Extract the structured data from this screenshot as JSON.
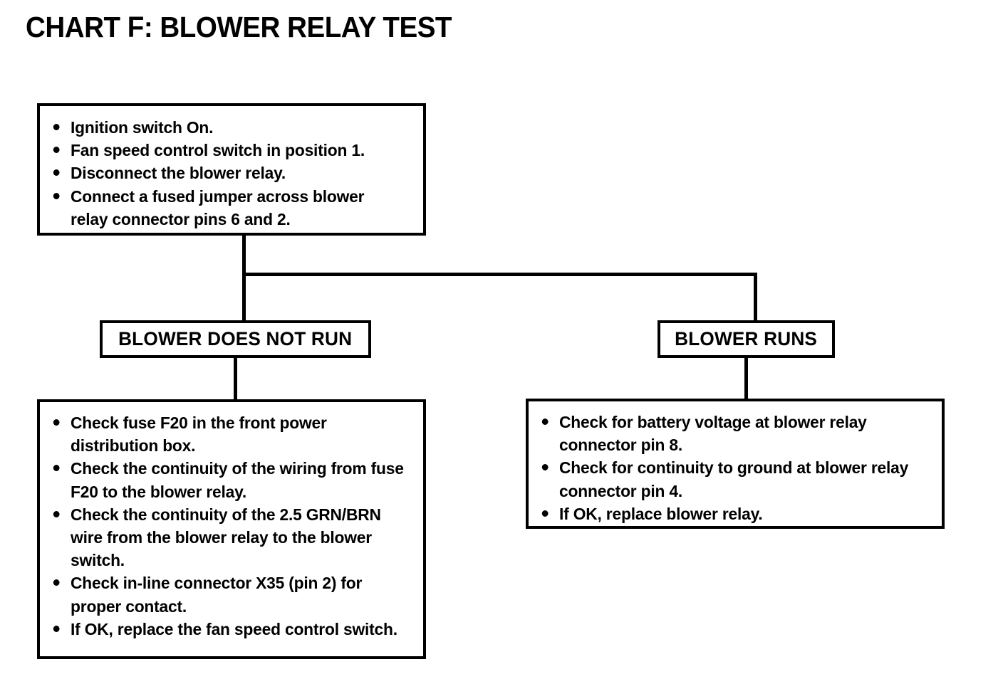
{
  "title": "CHART F: BLOWER RELAY TEST",
  "diagram": {
    "type": "flowchart",
    "initial_conditions": {
      "name": "initial-conditions",
      "items": [
        "Ignition switch On.",
        "Fan speed control switch in position 1.",
        "Disconnect the blower relay.",
        "Connect a fused jumper across blower relay connector pins 6 and 2."
      ]
    },
    "branches": [
      {
        "name": "blower-does-not-run",
        "label": "BLOWER DOES NOT RUN",
        "actions": [
          "Check fuse F20 in the front power distribution box.",
          "Check the continuity of the wiring from fuse F20 to the blower relay.",
          "Check the continuity of the 2.5 GRN/BRN wire from the blower relay to the blower switch.",
          "Check in-line connector X35 (pin 2) for proper contact.",
          "If OK, replace the fan speed control switch."
        ]
      },
      {
        "name": "blower-runs",
        "label": "BLOWER RUNS",
        "actions": [
          "Check for battery voltage at blower relay connector pin 8.",
          "Check for continuity to ground at blower relay connector pin 4.",
          "If OK, replace blower relay."
        ]
      }
    ],
    "colors": {
      "line": "#000000",
      "background": "#ffffff",
      "text": "#000000"
    }
  }
}
